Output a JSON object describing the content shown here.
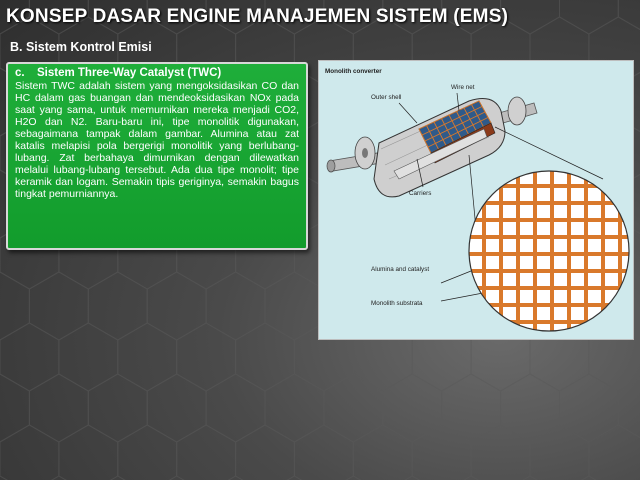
{
  "slide": {
    "title": "KONSEP DASAR ENGINE MANAJEMEN SISTEM (EMS)",
    "subtitle": "B.   Sistem Kontrol Emisi"
  },
  "panel": {
    "letter": "c.",
    "heading": "Sistem Three-Way Catalyst (TWC)",
    "body": "Sistem TWC adalah sistem yang mengoksidasikan CO dan HC dalam gas buangan dan mendeoksidasikan NOx pada saat yang sama, untuk memurnikan mereka menjadi CO2, H2O dan N2. Baru-baru ini, tipe monolitik digunakan, sebagaimana tampak dalam gambar. Alumina atau zat katalis melapisi pola bergerigi monolitik yang berlubang-lubang.  Zat berbahaya dimurnikan dengan dilewatkan melalui lubang-lubang tersebut. Ada dua tipe monolit; tipe keramik dan logam. Semakin tipis geriginya, semakin bagus tingkat pemurniannya."
  },
  "figure": {
    "title": "Monolith converter",
    "labels": {
      "outer_shell": "Outer shell",
      "wire_net": "Wire net",
      "carriers": "Carriers",
      "alumina": "Alumina and catalyst",
      "substrate": "Monolith substrata"
    }
  },
  "colors": {
    "panel_green": "#1fae3a",
    "figure_bg": "#cfe9ec",
    "grid_orange": "#d9792b"
  }
}
